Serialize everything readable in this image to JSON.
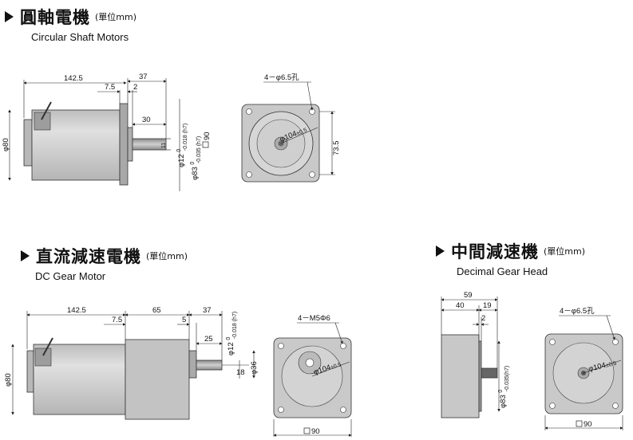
{
  "sections": {
    "circular": {
      "title_zh": "圓軸電機",
      "unit": "(單位mm)",
      "title_en": "Circular Shaft Motors"
    },
    "gear": {
      "title_zh": "直流減速電機",
      "unit": "(單位mm)",
      "title_en": "DC Gear Motor"
    },
    "decimal": {
      "title_zh": "中間減速機",
      "unit": "(單位mm)",
      "title_en": "Decimal Gear Head"
    }
  },
  "dims": {
    "c": {
      "len": "142.5",
      "d37": "37",
      "d75": "7.5",
      "d2": "2",
      "d30": "30",
      "d11": "11",
      "shaft_main": "φ12",
      "shaft_tol_up": "0",
      "shaft_tol_dn": "-0.018 (h7)",
      "pilot_main": "φ83",
      "pilot_tol_up": "0",
      "pilot_tol_dn": "-0.035 (h7)",
      "sq": "90",
      "dia": "φ80",
      "holes": "4－φ6.5孔",
      "pcd": "φ104",
      "pcd_tol": "±0.5",
      "d735": "73.5"
    },
    "g": {
      "len": "142.5",
      "d65": "65",
      "d37": "37",
      "d75": "7.5",
      "d5": "5",
      "d25": "25",
      "shaft_main": "φ12",
      "shaft_tol_up": "0",
      "shaft_tol_dn": "-0.018 (h7)",
      "d18": "18",
      "d36": "φ36",
      "dia": "φ80",
      "holes": "4－M5Φ6",
      "pcd": "φ104",
      "pcd_tol": "±0.5",
      "sq": "90"
    },
    "d": {
      "d59": "59",
      "d40": "40",
      "d19": "19",
      "d2": "2",
      "pilot_main": "φ83",
      "pilot_tol_up": "0",
      "pilot_tol_dn": "-0.035(h7)",
      "holes": "4－φ6.5孔",
      "pcd": "φ104",
      "pcd_tol": "±0.5",
      "sq": "90"
    }
  },
  "colors": {
    "body": "#d2d2d2",
    "face": "#c8c8c8",
    "dark": "#5a5a5a",
    "shaft": "#9a9a9a"
  }
}
